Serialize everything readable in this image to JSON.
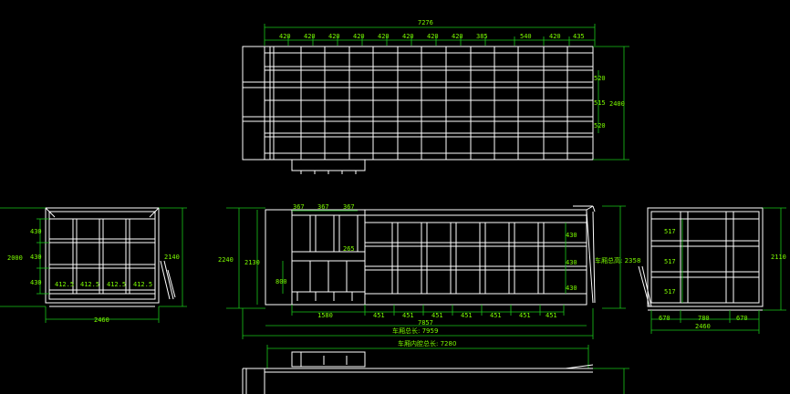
{
  "top_view": {
    "overall_length": "7276",
    "segments": [
      "420",
      "420",
      "420",
      "420",
      "420",
      "420",
      "420",
      "420",
      "385",
      "540",
      "420",
      "435"
    ],
    "width": "2400",
    "right_dims": [
      "520",
      "515",
      "520"
    ]
  },
  "front_view": {
    "height_inner": "2000",
    "height_outer": "2140",
    "left_dims": [
      "430",
      "430",
      "430"
    ],
    "bay_widths": [
      "412.5",
      "412.5",
      "412.5",
      "412.5"
    ],
    "width": "2460"
  },
  "side_view": {
    "top_dims": [
      "367",
      "367",
      "367"
    ],
    "dim_2240": "2240",
    "dim_2130": "2130",
    "dim_265": "265",
    "dim_800": "800",
    "bottom_dims": [
      "1580",
      "451",
      "451",
      "451",
      "451",
      "451",
      "451",
      "451"
    ],
    "dim_7857": "7857",
    "total_label": "车厢总长: 7959",
    "right_dims": [
      "430",
      "430",
      "430"
    ],
    "height_label": "车厢总高: 2358"
  },
  "rear_view": {
    "left_dims": [
      "517",
      "517",
      "517"
    ],
    "bottom_dims": [
      "670",
      "780",
      "670"
    ],
    "width": "2460",
    "height": "2110"
  },
  "bottom_view": {
    "inner_length_label": "车厢内腔总长: 7280"
  },
  "colors": {
    "background": "#000000",
    "geometry": "#ffffff",
    "dimension": "#7CFC00"
  }
}
